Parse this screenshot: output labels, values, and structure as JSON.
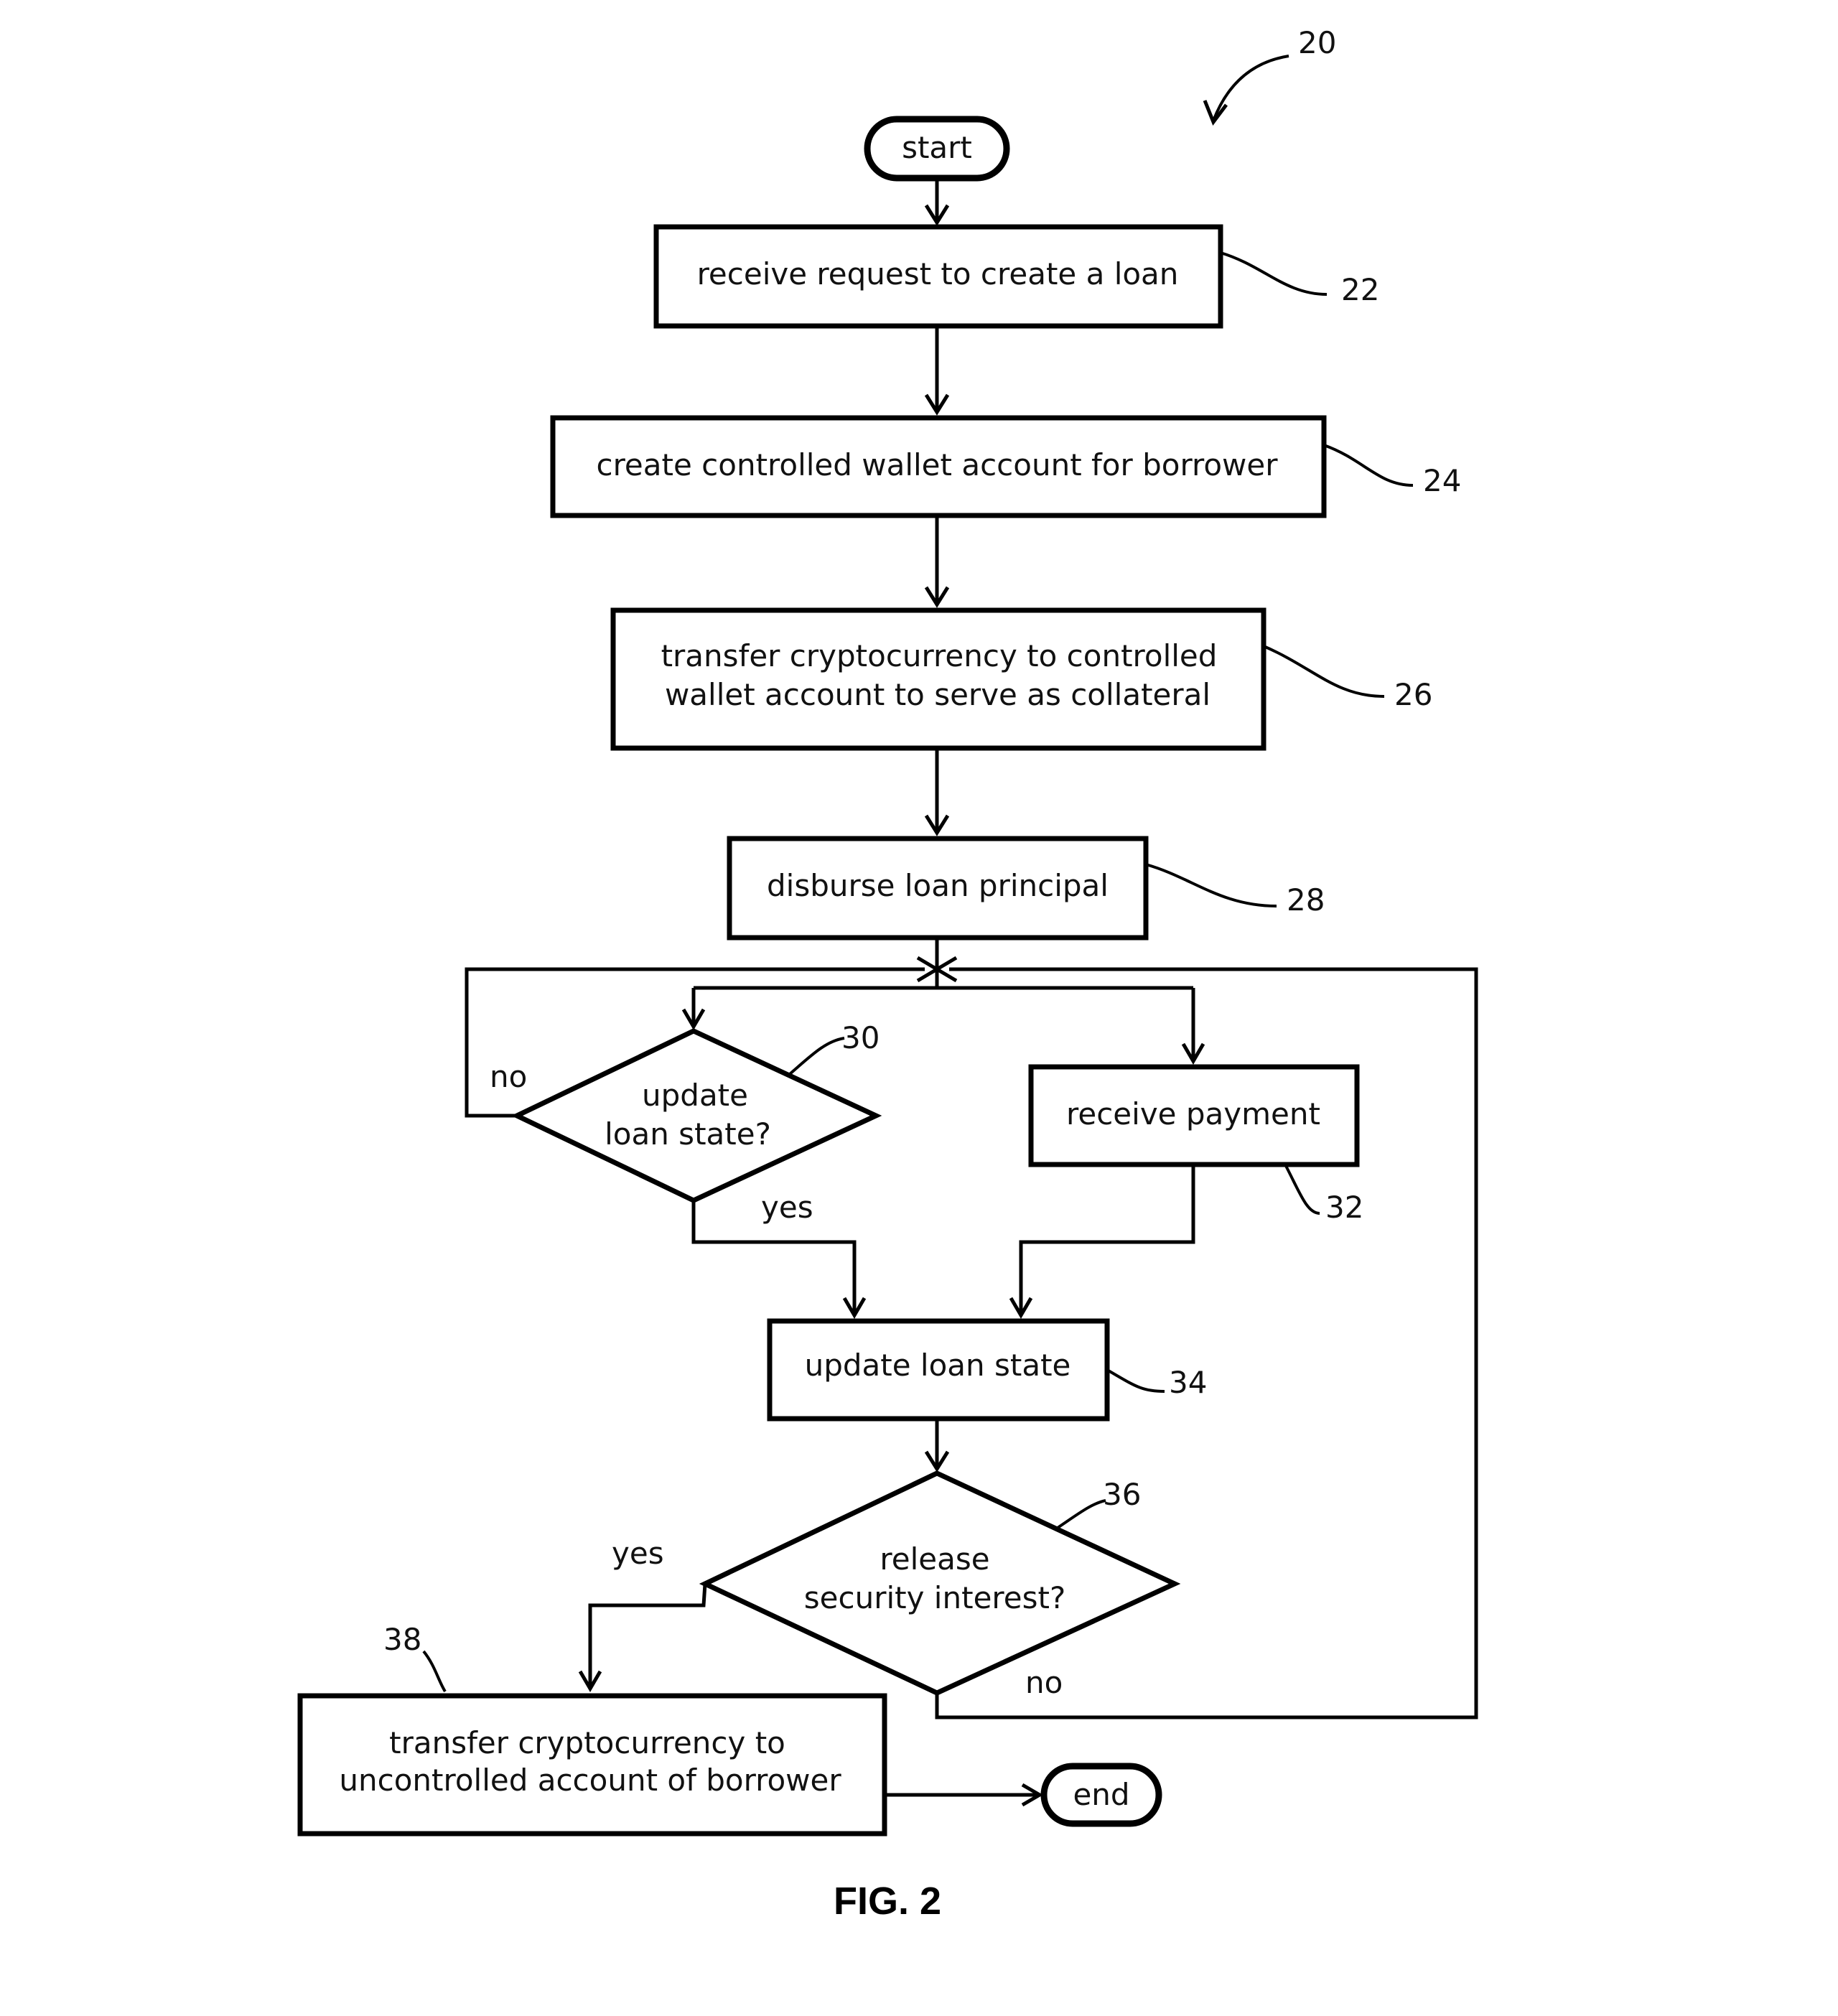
{
  "figure": {
    "caption": "FIG. 2",
    "ref": "20"
  },
  "nodes": {
    "start": {
      "label": "start"
    },
    "s22": {
      "label": "receive request to create a loan",
      "ref": "22"
    },
    "s24": {
      "label": "create controlled wallet account for borrower",
      "ref": "24"
    },
    "s26": {
      "line1": "transfer cryptocurrency to controlled",
      "line2": "wallet account to serve as collateral",
      "ref": "26"
    },
    "s28": {
      "label": "disburse loan principal",
      "ref": "28"
    },
    "d30": {
      "line1": "update",
      "line2": "loan state?",
      "ref": "30",
      "no": "no",
      "yes": "yes"
    },
    "s32": {
      "label": "receive payment",
      "ref": "32"
    },
    "s34": {
      "label": "update loan state",
      "ref": "34"
    },
    "d36": {
      "line1": "release",
      "line2": "security interest?",
      "ref": "36",
      "yes": "yes",
      "no": "no"
    },
    "s38": {
      "line1": "transfer cryptocurrency to",
      "line2": "uncontrolled account of borrower",
      "ref": "38"
    },
    "end": {
      "label": "end"
    }
  }
}
